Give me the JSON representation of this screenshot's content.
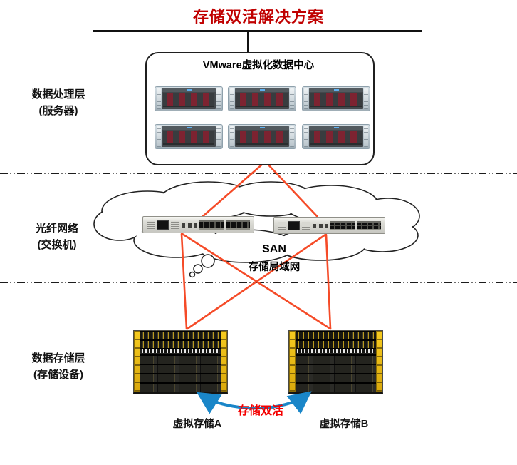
{
  "title": "存储双活解决方案",
  "layers": [
    {
      "name": "数据处理层",
      "sub": "(服务器)"
    },
    {
      "name": "光纤网络",
      "sub": "(交换机)"
    },
    {
      "name": "数据存储层",
      "sub": "(存储设备)"
    }
  ],
  "datacenter": {
    "label": "VMware虚拟化数据中心",
    "server_count": 6
  },
  "san": {
    "label": "SAN",
    "sublabel": "存储局域网",
    "switch_count": 2
  },
  "storage": {
    "left_label": "虚拟存储A",
    "right_label": "虚拟存储B",
    "link_label": "存储双活"
  },
  "colors": {
    "title_red": "#c00000",
    "connector_red": "#f54b28",
    "dual_active_red": "#f40000",
    "arrow_blue": "#1a86c8"
  }
}
